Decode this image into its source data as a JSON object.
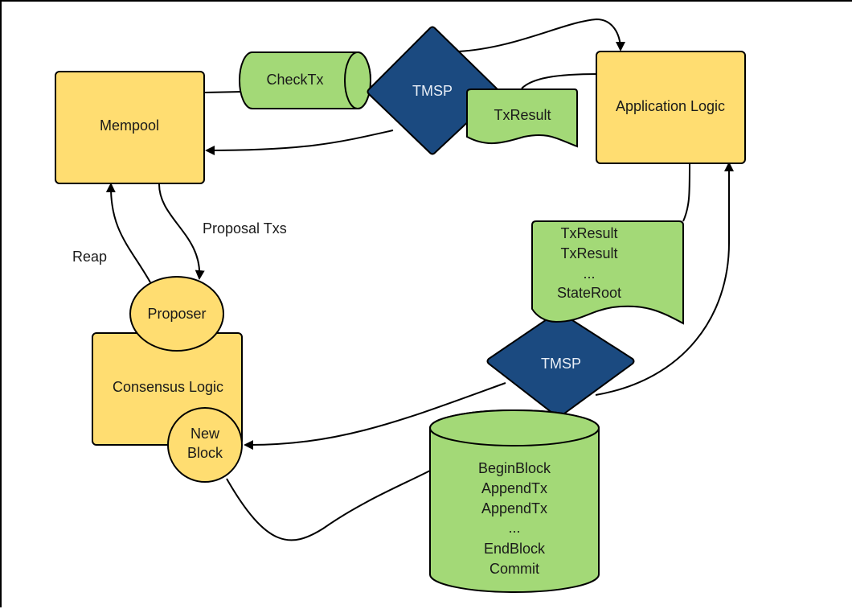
{
  "diagram": {
    "nodes": {
      "mempool": {
        "label": "Mempool",
        "shape": "rounded-rectangle",
        "color": "#ffdd71"
      },
      "application_logic": {
        "label": "Application Logic",
        "shape": "rounded-rectangle",
        "color": "#ffdd71"
      },
      "consensus_logic": {
        "label": "Consensus Logic",
        "shape": "rounded-rectangle",
        "color": "#ffdd71"
      },
      "proposer": {
        "label": "Proposer",
        "shape": "ellipse",
        "color": "#ffdd71"
      },
      "new_block": {
        "label_lines": [
          "New",
          "Block"
        ],
        "shape": "circle",
        "color": "#ffdd71"
      },
      "checktx": {
        "label": "CheckTx",
        "shape": "horizontal-cylinder",
        "color": "#a3d977"
      },
      "tmsp_top": {
        "label": "TMSP",
        "shape": "diamond",
        "color": "#1b4a80"
      },
      "txresult_top": {
        "label": "TxResult",
        "shape": "document",
        "color": "#a3d977"
      },
      "txresult_list": {
        "label_lines": [
          "TxResult",
          "TxResult",
          "...",
          "StateRoot"
        ],
        "shape": "document",
        "color": "#a3d977"
      },
      "tmsp_bottom": {
        "label": "TMSP",
        "shape": "diamond",
        "color": "#1b4a80"
      },
      "block_ops": {
        "label_lines": [
          "BeginBlock",
          "AppendTx",
          "AppendTx",
          "...",
          "EndBlock",
          "Commit"
        ],
        "shape": "cylinder",
        "color": "#a3d977"
      }
    },
    "edge_labels": {
      "reap": "Reap",
      "proposal_txs": "Proposal Txs"
    },
    "edges": [
      {
        "from": "mempool",
        "to": "checktx",
        "arrow": "none"
      },
      {
        "from": "tmsp_top",
        "to": "application_logic",
        "arrow": "end"
      },
      {
        "from": "application_logic",
        "to": "txresult_top",
        "arrow": "none"
      },
      {
        "from": "tmsp_top",
        "to": "mempool",
        "arrow": "end"
      },
      {
        "from": "proposer",
        "to": "mempool",
        "arrow": "end",
        "label": "Reap"
      },
      {
        "from": "mempool",
        "to": "proposer",
        "arrow": "end",
        "label": "Proposal Txs"
      },
      {
        "from": "application_logic",
        "to": "txresult_list",
        "arrow": "none"
      },
      {
        "from": "tmsp_bottom",
        "to": "application_logic",
        "arrow": "end"
      },
      {
        "from": "tmsp_bottom",
        "to": "new_block",
        "arrow": "end"
      },
      {
        "from": "new_block",
        "to": "block_ops",
        "arrow": "none"
      }
    ],
    "colors": {
      "component": "#ffdd71",
      "message": "#a3d977",
      "protocol": "#1b4a80",
      "protocol_text": "#e8eef6"
    }
  }
}
